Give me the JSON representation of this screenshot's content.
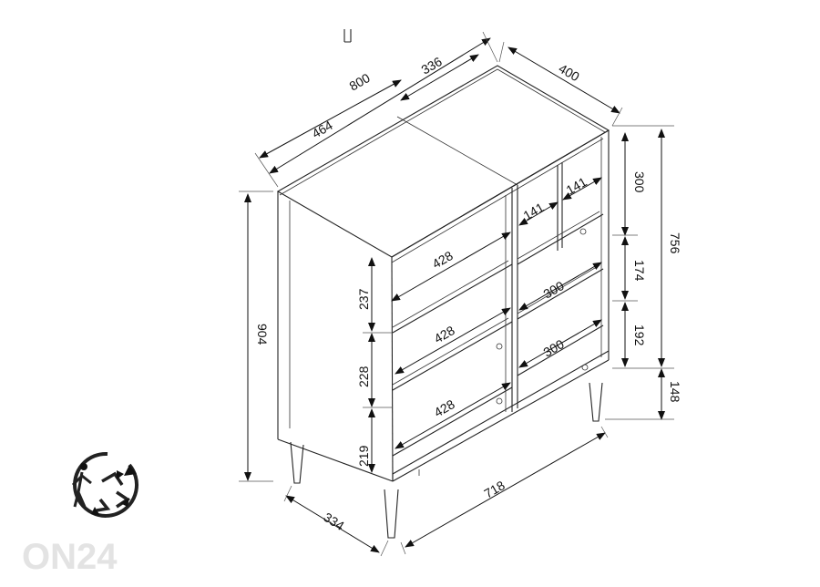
{
  "dimensions": {
    "total_width": "800",
    "top_left_width": "464",
    "top_right_width": "336",
    "depth": "400",
    "total_height": "904",
    "body_height": "756",
    "top_right_cell_height": "300",
    "cell_width_left": "141",
    "cell_width_right": "141",
    "left_shelf_width_1": "428",
    "left_shelf_width_2": "428",
    "left_shelf_width_3": "428",
    "left_cell_height_1": "237",
    "left_cell_height_2": "228",
    "left_cell_height_3": "219",
    "right_shelf_width_1": "300",
    "right_shelf_width_2": "300",
    "right_cell_height_1": "174",
    "right_cell_height_2": "192",
    "leg_height": "148",
    "leg_span_width": "718",
    "leg_span_depth": "334"
  },
  "watermark": "ON24",
  "icons": [
    "paper-bag-icon",
    "recycling-triman-icon"
  ]
}
